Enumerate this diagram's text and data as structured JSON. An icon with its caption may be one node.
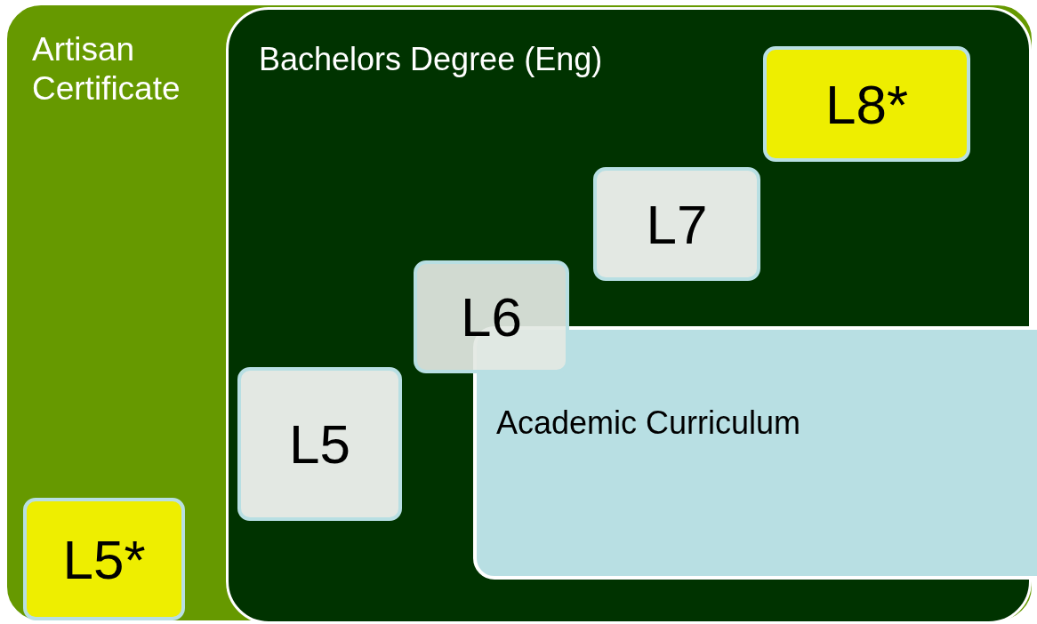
{
  "diagram": {
    "nodes": [
      {
        "text": [
          "Artisan Certificate"
        ]
      },
      {
        "text": [
          "Bachelors Degree (Eng)"
        ],
        "in": 0
      },
      {
        "text": [
          "L8*"
        ],
        "in": 1
      },
      {
        "text": [
          "L7"
        ],
        "in": 1
      },
      {
        "text": [
          "L6"
        ],
        "in": 1
      },
      {
        "text": [
          "L5"
        ],
        "in": 1
      },
      {
        "text": [
          "Academic Curriculum"
        ],
        "in": 1
      },
      {
        "text": [
          "L5*"
        ],
        "in": 0
      }
    ]
  }
}
